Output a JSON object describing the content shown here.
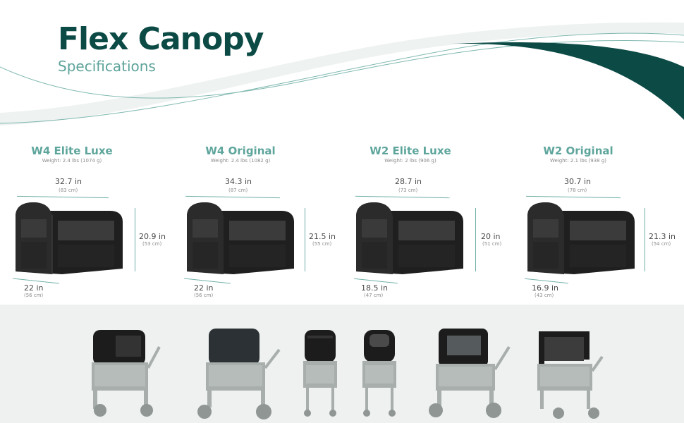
{
  "header": {
    "title": "Flex Canopy",
    "subtitle": "Specifications"
  },
  "models": [
    {
      "name": "W4 Elite Luxe",
      "weight": "Weight: 2.4 lbs (1074 g)",
      "width_in": "32.7 in",
      "width_cm": "(83 cm)",
      "height_in": "20.9 in",
      "height_cm": "(53 cm)",
      "depth_in": "22 in",
      "depth_cm": "(56 cm)"
    },
    {
      "name": "W4 Original",
      "weight": "Weight: 2.4 lbs (1082 g)",
      "width_in": "34.3 in",
      "width_cm": "(87 cm)",
      "height_in": "21.5 in",
      "height_cm": "(55 cm)",
      "depth_in": "22 in",
      "depth_cm": "(56 cm)"
    },
    {
      "name": "W2 Elite Luxe",
      "weight": "Weight: 2 lbs (906 g)",
      "width_in": "28.7 in",
      "width_cm": "(73 cm)",
      "height_in": "20 in",
      "height_cm": "(51 cm)",
      "depth_in": "18.5 in",
      "depth_cm": "(47 cm)"
    },
    {
      "name": "W2 Original",
      "weight": "Weight: 2.1 lbs (938 g)",
      "width_in": "30.7 in",
      "width_cm": "(78 cm)",
      "height_in": "21.3 in",
      "height_cm": "(54 cm)",
      "depth_in": "16.9 in",
      "depth_cm": "(43 cm)"
    }
  ],
  "colors": {
    "brand_dark": "#0b4a45",
    "brand_light": "#5da39a",
    "canopy": "#1c1c1c",
    "wagon": "#9aa3a0",
    "bottom_bg": "#eef1f0"
  }
}
